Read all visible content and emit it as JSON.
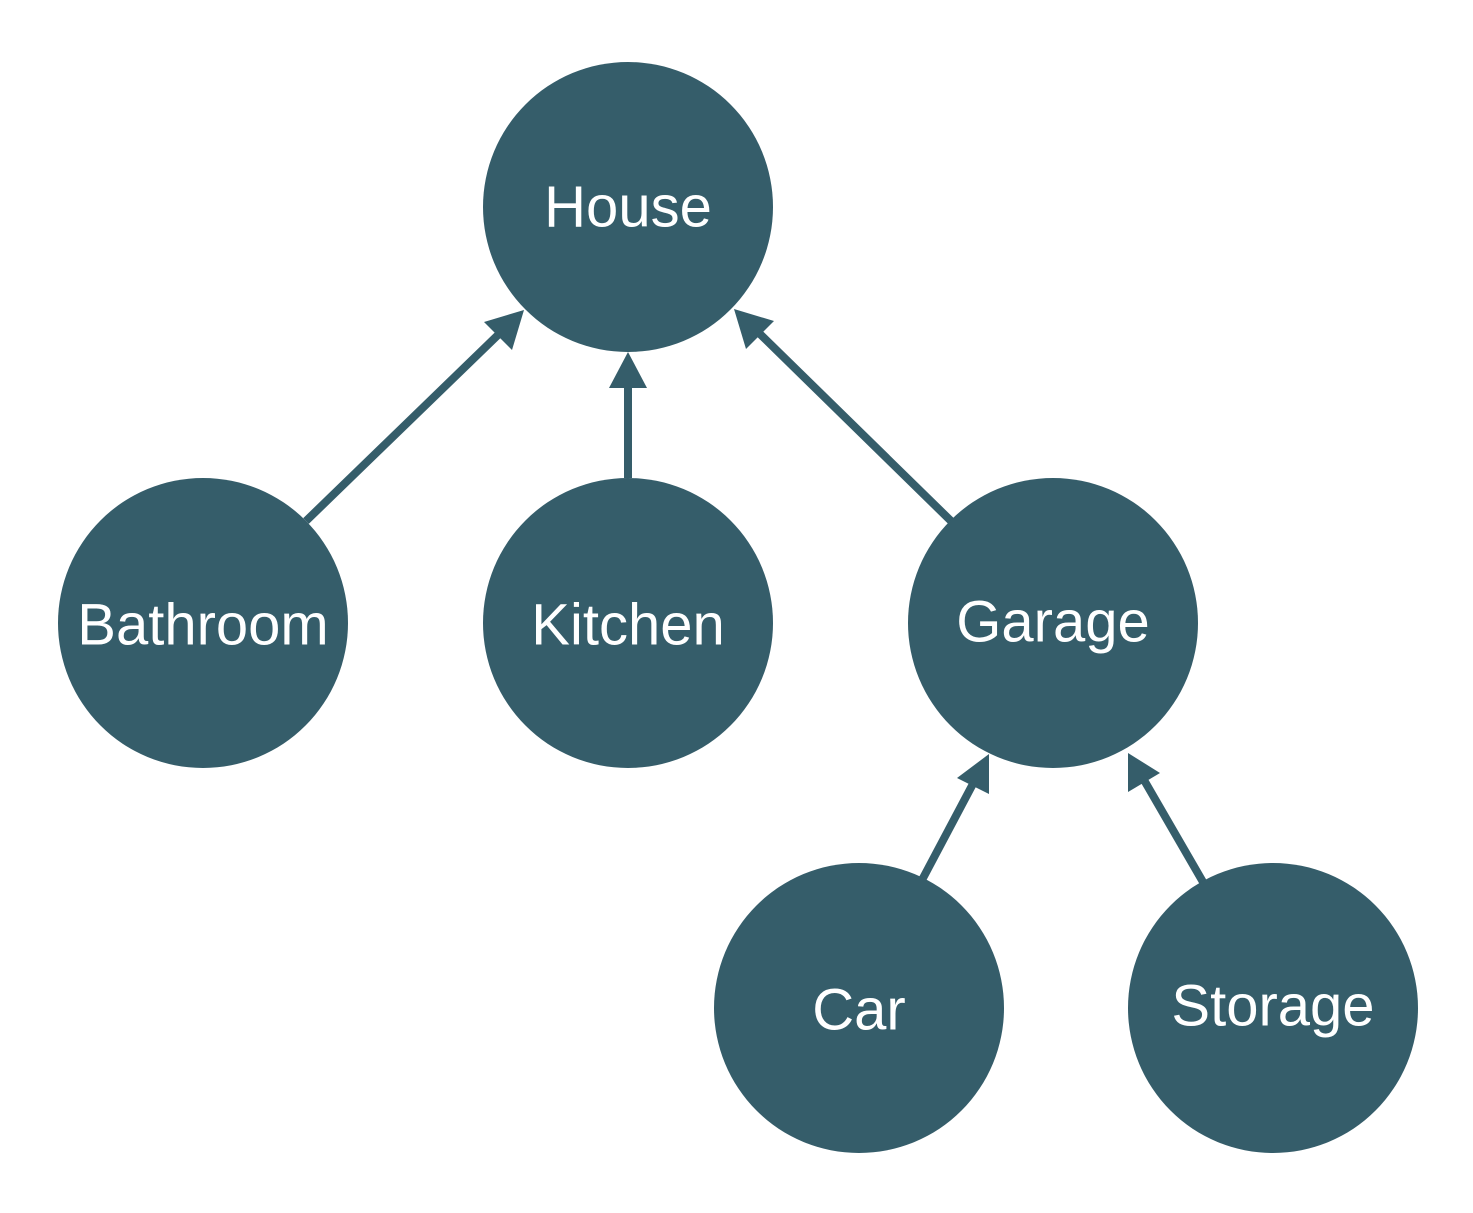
{
  "diagram": {
    "type": "tree",
    "color": "#355d6a",
    "label_color": "#ffffff",
    "background": "#ffffff",
    "nodes": {
      "house": "House",
      "bathroom": "Bathroom",
      "kitchen": "Kitchen",
      "garage": "Garage",
      "car": "Car",
      "storage": "Storage"
    },
    "edges": [
      {
        "from": "bathroom",
        "to": "house"
      },
      {
        "from": "kitchen",
        "to": "house"
      },
      {
        "from": "garage",
        "to": "house"
      },
      {
        "from": "car",
        "to": "garage"
      },
      {
        "from": "storage",
        "to": "garage"
      }
    ]
  }
}
